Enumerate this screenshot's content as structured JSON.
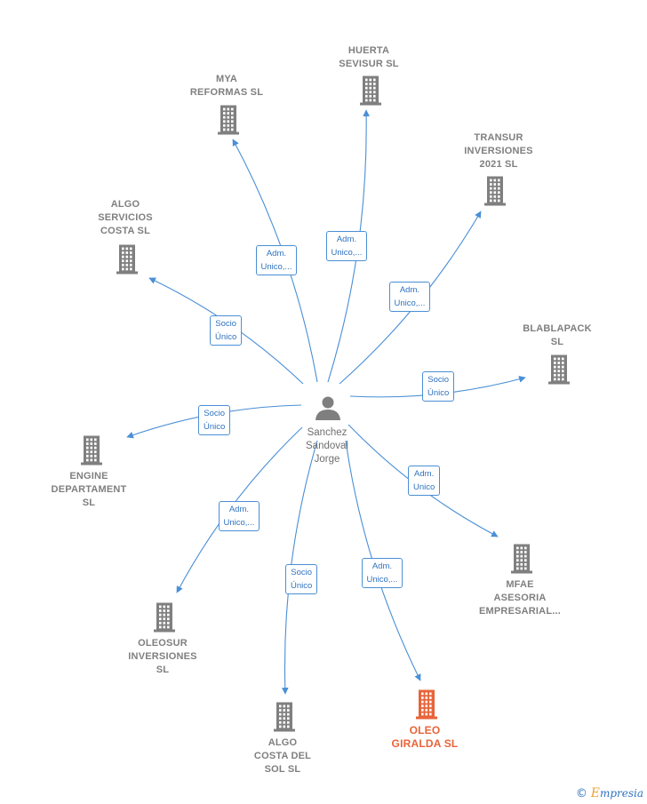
{
  "center": {
    "name": "Sanchez\nSandoval\nJorge",
    "icon": "person-icon"
  },
  "companies": [
    {
      "id": "huerta",
      "name": "HUERTA\nSEVISUR  SL",
      "icon": "building-icon"
    },
    {
      "id": "mya",
      "name": "MYA\nREFORMAS  SL",
      "icon": "building-icon"
    },
    {
      "id": "transur",
      "name": "TRANSUR\nINVERSIONES\n2021  SL",
      "icon": "building-icon"
    },
    {
      "id": "algo-servicios",
      "name": "ALGO\nSERVICIOS\nCOSTA  SL",
      "icon": "building-icon"
    },
    {
      "id": "blablapack",
      "name": "BLABLAPACK\nSL",
      "icon": "building-icon"
    },
    {
      "id": "engine",
      "name": "ENGINE\nDEPARTAMENT\nSL",
      "icon": "building-icon"
    },
    {
      "id": "mfae",
      "name": "MFAE\nASESORIA\nEMPRESARIAL...",
      "icon": "building-icon"
    },
    {
      "id": "oleosur",
      "name": "OLEOSUR\nINVERSIONES\nSL",
      "icon": "building-icon"
    },
    {
      "id": "algo-costa",
      "name": "ALGO\nCOSTA DEL\nSOL  SL",
      "icon": "building-icon"
    },
    {
      "id": "oleo-giralda",
      "name": "OLEO\nGIRALDA  SL",
      "icon": "building-icon",
      "highlight": true
    }
  ],
  "relations": [
    {
      "target": "huerta",
      "label": "Adm.\nUnico,..."
    },
    {
      "target": "mya",
      "label": "Adm.\nUnico,..."
    },
    {
      "target": "transur",
      "label": "Adm.\nUnico,..."
    },
    {
      "target": "algo-servicios",
      "label": "Socio\nÚnico"
    },
    {
      "target": "blablapack",
      "label": "Socio\nÚnico"
    },
    {
      "target": "engine",
      "label": "Socio\nÚnico"
    },
    {
      "target": "mfae",
      "label": "Adm.\nUnico"
    },
    {
      "target": "oleosur",
      "label": "Adm.\nUnico,..."
    },
    {
      "target": "algo-costa",
      "label": "Socio\nÚnico"
    },
    {
      "target": "oleo-giralda",
      "label": "Adm.\nUnico,..."
    }
  ],
  "colors": {
    "edge": "#4a8fd6",
    "building": "#7f7f7f",
    "highlight": "#e8643a",
    "person": "#7f7f7f"
  },
  "brand": {
    "copyright": "©",
    "initial": "E",
    "name": "mpresia"
  }
}
